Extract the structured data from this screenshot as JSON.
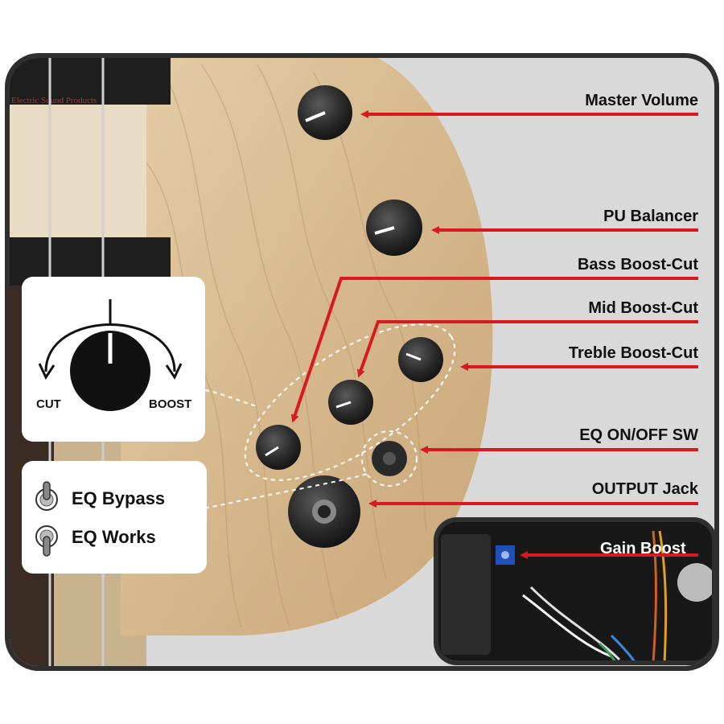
{
  "labels": {
    "master_volume": "Master Volume",
    "pu_balancer": "PU Balancer",
    "bass_boost_cut": "Bass Boost-Cut",
    "mid_boost_cut": "Mid Boost-Cut",
    "treble_boost_cut": "Treble Boost-Cut",
    "eq_switch": "EQ ON/OFF SW",
    "output_jack": "OUTPUT Jack",
    "gain_boost": "Gain Boost"
  },
  "pickup_brand": "Electric Sound Products",
  "knob_panel": {
    "cut": "CUT",
    "boost": "BOOST"
  },
  "switch_panel": {
    "bypass": "EQ Bypass",
    "works": "EQ Works"
  },
  "colors": {
    "arrow": "#d71920",
    "wood": "#d8bd94",
    "frame": "#2f2f2f",
    "background": "#d9d9d9"
  }
}
